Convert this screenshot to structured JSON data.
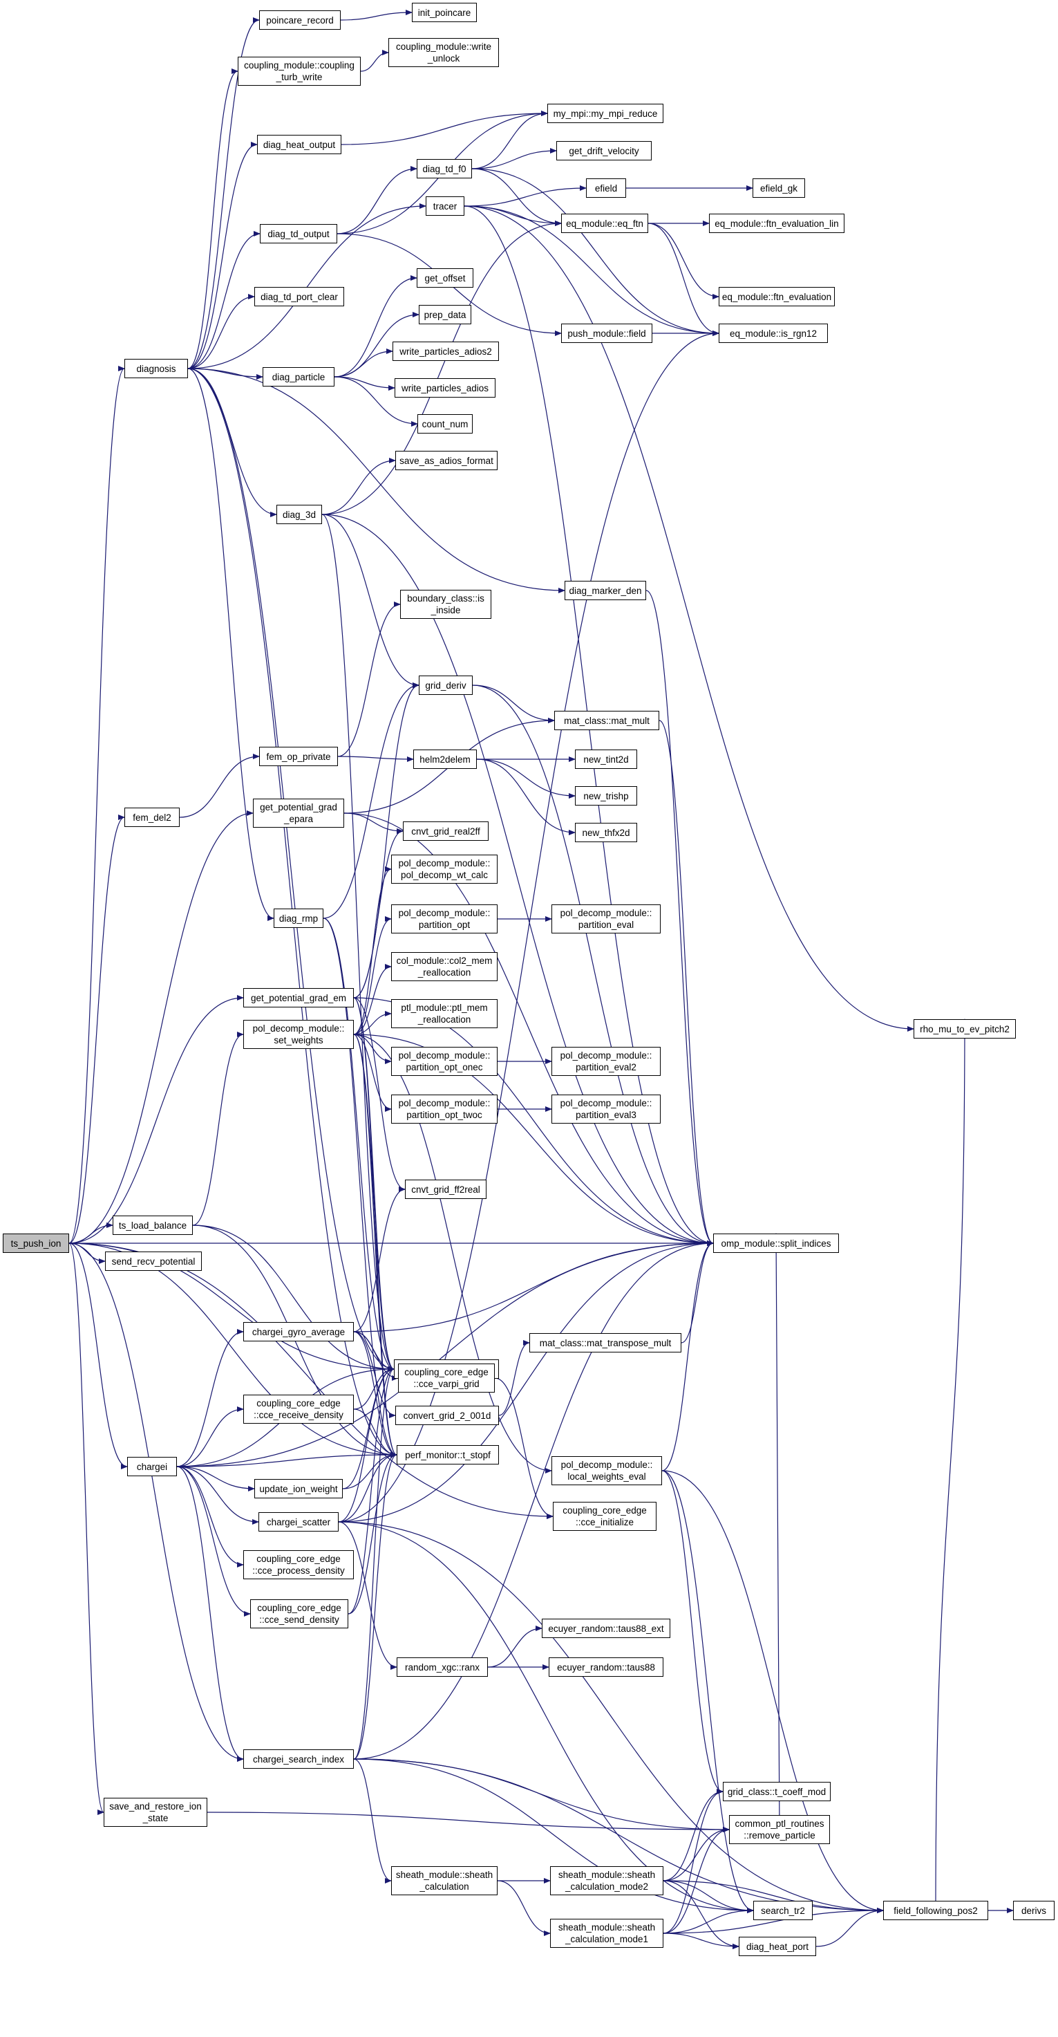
{
  "graph": {
    "edge_color": "#191970",
    "root_fill": "#bfbfbf",
    "nodes": [
      {
        "id": "ts_push_ion",
        "label": "ts_push_ion",
        "root": true
      },
      {
        "id": "diagnosis",
        "label": "diagnosis"
      },
      {
        "id": "fem_del2",
        "label": "fem_del2"
      },
      {
        "id": "ts_load_balance",
        "label": "ts_load_balance"
      },
      {
        "id": "send_recv_potential",
        "label": "send_recv_potential"
      },
      {
        "id": "chargei",
        "label": "chargei"
      },
      {
        "id": "save_and_restore",
        "label": "save_and_restore_ion\n_state"
      },
      {
        "id": "poincare_record",
        "label": "poincare_record"
      },
      {
        "id": "coupling_turb_write",
        "label": "coupling_module::coupling\n_turb_write"
      },
      {
        "id": "diag_heat_output",
        "label": "diag_heat_output"
      },
      {
        "id": "diag_td_output",
        "label": "diag_td_output"
      },
      {
        "id": "diag_td_port_clear",
        "label": "diag_td_port_clear"
      },
      {
        "id": "diag_particle",
        "label": "diag_particle"
      },
      {
        "id": "diag_3d",
        "label": "diag_3d"
      },
      {
        "id": "fem_op_private",
        "label": "fem_op_private"
      },
      {
        "id": "get_potential_grad_epara",
        "label": "get_potential_grad\n_epara"
      },
      {
        "id": "diag_rmp",
        "label": "diag_rmp"
      },
      {
        "id": "get_potential_grad_em",
        "label": "get_potential_grad_em"
      },
      {
        "id": "set_weights",
        "label": "pol_decomp_module::\nset_weights"
      },
      {
        "id": "chargei_gyro_average",
        "label": "chargei_gyro_average"
      },
      {
        "id": "cce_receive_density",
        "label": "coupling_core_edge\n::cce_receive_density"
      },
      {
        "id": "update_ion_weight",
        "label": "update_ion_weight"
      },
      {
        "id": "chargei_scatter",
        "label": "chargei_scatter"
      },
      {
        "id": "cce_process_density",
        "label": "coupling_core_edge\n::cce_process_density"
      },
      {
        "id": "cce_send_density",
        "label": "coupling_core_edge\n::cce_send_density"
      },
      {
        "id": "chargei_search_index",
        "label": "chargei_search_index"
      },
      {
        "id": "init_poincare",
        "label": "init_poincare"
      },
      {
        "id": "write_unlock",
        "label": "coupling_module::write\n_unlock"
      },
      {
        "id": "diag_td_f0",
        "label": "diag_td_f0"
      },
      {
        "id": "tracer",
        "label": "tracer"
      },
      {
        "id": "get_offset",
        "label": "get_offset"
      },
      {
        "id": "prep_data",
        "label": "prep_data"
      },
      {
        "id": "write_particles_adios2",
        "label": "write_particles_adios2"
      },
      {
        "id": "write_particles_adios",
        "label": "write_particles_adios"
      },
      {
        "id": "count_num",
        "label": "count_num"
      },
      {
        "id": "save_as_adios_format",
        "label": "save_as_adios_format"
      },
      {
        "id": "boundary_is_inside",
        "label": "boundary_class::is\n_inside"
      },
      {
        "id": "grid_deriv",
        "label": "grid_deriv"
      },
      {
        "id": "helm2delem",
        "label": "helm2delem"
      },
      {
        "id": "cnvt_grid_real2ff",
        "label": "cnvt_grid_real2ff"
      },
      {
        "id": "pol_decomp_wt_calc",
        "label": "pol_decomp_module::\npol_decomp_wt_calc"
      },
      {
        "id": "partition_opt",
        "label": "pol_decomp_module::\npartition_opt"
      },
      {
        "id": "col2_mem_realloc",
        "label": "col_module::col2_mem\n_reallocation"
      },
      {
        "id": "ptl_mem_realloc",
        "label": "ptl_module::ptl_mem\n_reallocation"
      },
      {
        "id": "partition_opt_onec",
        "label": "pol_decomp_module::\npartition_opt_onec"
      },
      {
        "id": "partition_opt_twoc",
        "label": "pol_decomp_module::\npartition_opt_twoc"
      },
      {
        "id": "cnvt_grid_ff2real",
        "label": "cnvt_grid_ff2real"
      },
      {
        "id": "t_startf",
        "label": "perf_monitor::t_startf"
      },
      {
        "id": "cce_varpi_grid",
        "label": "coupling_core_edge\n::cce_varpi_grid"
      },
      {
        "id": "convert_grid_2_001d",
        "label": "convert_grid_2_001d"
      },
      {
        "id": "t_stopf",
        "label": "perf_monitor::t_stopf"
      },
      {
        "id": "random_ranx",
        "label": "random_xgc::ranx"
      },
      {
        "id": "sheath_calculation",
        "label": "sheath_module::sheath\n_calculation"
      },
      {
        "id": "my_mpi_reduce",
        "label": "my_mpi::my_mpi_reduce"
      },
      {
        "id": "get_drift_velocity",
        "label": "get_drift_velocity"
      },
      {
        "id": "efield",
        "label": "efield"
      },
      {
        "id": "eq_ftn",
        "label": "eq_module::eq_ftn"
      },
      {
        "id": "push_field",
        "label": "push_module::field"
      },
      {
        "id": "diag_marker_den",
        "label": "diag_marker_den"
      },
      {
        "id": "mat_mult",
        "label": "mat_class::mat_mult"
      },
      {
        "id": "new_tint2d",
        "label": "new_tint2d"
      },
      {
        "id": "new_trishp",
        "label": "new_trishp"
      },
      {
        "id": "new_thfx2d",
        "label": "new_thfx2d"
      },
      {
        "id": "partition_eval",
        "label": "pol_decomp_module::\npartition_eval"
      },
      {
        "id": "partition_eval2",
        "label": "pol_decomp_module::\npartition_eval2"
      },
      {
        "id": "partition_eval3",
        "label": "pol_decomp_module::\npartition_eval3"
      },
      {
        "id": "mat_transpose_mult",
        "label": "mat_class::mat_transpose_mult"
      },
      {
        "id": "local_weights_eval",
        "label": "pol_decomp_module::\nlocal_weights_eval"
      },
      {
        "id": "cce_initialize",
        "label": "coupling_core_edge\n::cce_initialize"
      },
      {
        "id": "taus88_ext",
        "label": "ecuyer_random::taus88_ext"
      },
      {
        "id": "taus88",
        "label": "ecuyer_random::taus88"
      },
      {
        "id": "calc_mode2",
        "label": "sheath_module::sheath\n_calculation_mode2"
      },
      {
        "id": "calc_mode1",
        "label": "sheath_module::sheath\n_calculation_mode1"
      },
      {
        "id": "efield_gk",
        "label": "efield_gk"
      },
      {
        "id": "ftn_eval_lin",
        "label": "eq_module::ftn_evaluation_lin"
      },
      {
        "id": "ftn_eval",
        "label": "eq_module::ftn_evaluation"
      },
      {
        "id": "is_rgn12",
        "label": "eq_module::is_rgn12"
      },
      {
        "id": "split_indices",
        "label": "omp_module::split_indices"
      },
      {
        "id": "t_coeff_mod",
        "label": "grid_class::t_coeff_mod"
      },
      {
        "id": "remove_particle",
        "label": "common_ptl_routines\n::remove_particle"
      },
      {
        "id": "search_tr2",
        "label": "search_tr2"
      },
      {
        "id": "diag_heat_port",
        "label": "diag_heat_port"
      },
      {
        "id": "rho_mu_to_ev_pitch2",
        "label": "rho_mu_to_ev_pitch2"
      },
      {
        "id": "field_following_pos2",
        "label": "field_following_pos2"
      },
      {
        "id": "derivs",
        "label": "derivs"
      }
    ],
    "edges": [
      [
        "ts_push_ion",
        "diagnosis"
      ],
      [
        "ts_push_ion",
        "fem_del2"
      ],
      [
        "ts_push_ion",
        "ts_load_balance"
      ],
      [
        "ts_push_ion",
        "send_recv_potential"
      ],
      [
        "ts_push_ion",
        "chargei"
      ],
      [
        "ts_push_ion",
        "save_and_restore"
      ],
      [
        "ts_push_ion",
        "get_potential_grad_epara"
      ],
      [
        "ts_push_ion",
        "get_potential_grad_em"
      ],
      [
        "ts_push_ion",
        "chargei_search_index"
      ],
      [
        "ts_push_ion",
        "t_startf"
      ],
      [
        "ts_push_ion",
        "t_stopf"
      ],
      [
        "ts_push_ion",
        "split_indices"
      ],
      [
        "ts_push_ion",
        "cce_initialize"
      ],
      [
        "diagnosis",
        "poincare_record"
      ],
      [
        "diagnosis",
        "coupling_turb_write"
      ],
      [
        "diagnosis",
        "diag_heat_output"
      ],
      [
        "diagnosis",
        "diag_td_output"
      ],
      [
        "diagnosis",
        "diag_td_port_clear"
      ],
      [
        "diagnosis",
        "diag_particle"
      ],
      [
        "diagnosis",
        "diag_3d"
      ],
      [
        "diagnosis",
        "diag_rmp"
      ],
      [
        "diagnosis",
        "tracer"
      ],
      [
        "diagnosis",
        "diag_marker_den"
      ],
      [
        "diagnosis",
        "t_startf"
      ],
      [
        "diagnosis",
        "t_stopf"
      ],
      [
        "poincare_record",
        "init_poincare"
      ],
      [
        "coupling_turb_write",
        "write_unlock"
      ],
      [
        "diag_heat_output",
        "my_mpi_reduce"
      ],
      [
        "diag_td_output",
        "diag_td_f0"
      ],
      [
        "diag_td_output",
        "my_mpi_reduce"
      ],
      [
        "diag_td_output",
        "push_field"
      ],
      [
        "diag_td_f0",
        "my_mpi_reduce"
      ],
      [
        "diag_td_f0",
        "get_drift_velocity"
      ],
      [
        "diag_td_f0",
        "eq_ftn"
      ],
      [
        "diag_td_f0",
        "is_rgn12"
      ],
      [
        "tracer",
        "efield"
      ],
      [
        "tracer",
        "eq_ftn"
      ],
      [
        "tracer",
        "is_rgn12"
      ],
      [
        "tracer",
        "rho_mu_to_ev_pitch2"
      ],
      [
        "tracer",
        "split_indices"
      ],
      [
        "efield",
        "efield_gk"
      ],
      [
        "eq_ftn",
        "ftn_eval_lin"
      ],
      [
        "eq_ftn",
        "ftn_eval"
      ],
      [
        "eq_ftn",
        "is_rgn12"
      ],
      [
        "push_field",
        "is_rgn12"
      ],
      [
        "diag_particle",
        "get_offset"
      ],
      [
        "diag_particle",
        "prep_data"
      ],
      [
        "diag_particle",
        "write_particles_adios2"
      ],
      [
        "diag_particle",
        "write_particles_adios"
      ],
      [
        "diag_particle",
        "count_num"
      ],
      [
        "diag_3d",
        "save_as_adios_format"
      ],
      [
        "diag_3d",
        "eq_ftn"
      ],
      [
        "diag_3d",
        "split_indices"
      ],
      [
        "diag_3d",
        "grid_deriv"
      ],
      [
        "diag_3d",
        "t_startf"
      ],
      [
        "diag_marker_den",
        "split_indices"
      ],
      [
        "fem_del2",
        "fem_op_private"
      ],
      [
        "fem_op_private",
        "boundary_is_inside"
      ],
      [
        "fem_op_private",
        "helm2delem"
      ],
      [
        "grid_deriv",
        "mat_mult"
      ],
      [
        "grid_deriv",
        "split_indices"
      ],
      [
        "helm2delem",
        "new_tint2d"
      ],
      [
        "helm2delem",
        "new_trishp"
      ],
      [
        "helm2delem",
        "new_thfx2d"
      ],
      [
        "mat_mult",
        "split_indices"
      ],
      [
        "get_potential_grad_epara",
        "mat_mult"
      ],
      [
        "get_potential_grad_epara",
        "cnvt_grid_real2ff"
      ],
      [
        "get_potential_grad_epara",
        "split_indices"
      ],
      [
        "diag_rmp",
        "grid_deriv"
      ],
      [
        "diag_rmp",
        "t_startf"
      ],
      [
        "diag_rmp",
        "t_stopf"
      ],
      [
        "get_potential_grad_em",
        "cnvt_grid_real2ff"
      ],
      [
        "get_potential_grad_em",
        "cnvt_grid_ff2real"
      ],
      [
        "get_potential_grad_em",
        "t_startf"
      ],
      [
        "get_potential_grad_em",
        "t_stopf"
      ],
      [
        "get_potential_grad_em",
        "split_indices"
      ],
      [
        "get_potential_grad_em",
        "grid_deriv"
      ],
      [
        "set_weights",
        "pol_decomp_wt_calc"
      ],
      [
        "set_weights",
        "partition_opt"
      ],
      [
        "set_weights",
        "col2_mem_realloc"
      ],
      [
        "set_weights",
        "ptl_mem_realloc"
      ],
      [
        "set_weights",
        "partition_opt_onec"
      ],
      [
        "set_weights",
        "partition_opt_twoc"
      ],
      [
        "set_weights",
        "t_startf"
      ],
      [
        "set_weights",
        "t_stopf"
      ],
      [
        "set_weights",
        "split_indices"
      ],
      [
        "set_weights",
        "local_weights_eval"
      ],
      [
        "partition_opt",
        "partition_eval"
      ],
      [
        "partition_opt_onec",
        "partition_eval2"
      ],
      [
        "partition_opt_twoc",
        "partition_eval3"
      ],
      [
        "ts_load_balance",
        "set_weights"
      ],
      [
        "ts_load_balance",
        "t_startf"
      ],
      [
        "ts_load_balance",
        "t_stopf"
      ],
      [
        "chargei",
        "chargei_gyro_average"
      ],
      [
        "chargei",
        "cce_receive_density"
      ],
      [
        "chargei",
        "update_ion_weight"
      ],
      [
        "chargei",
        "chargei_scatter"
      ],
      [
        "chargei",
        "cce_process_density"
      ],
      [
        "chargei",
        "cce_send_density"
      ],
      [
        "chargei",
        "chargei_search_index"
      ],
      [
        "chargei",
        "t_startf"
      ],
      [
        "chargei",
        "t_stopf"
      ],
      [
        "chargei",
        "split_indices"
      ],
      [
        "chargei_gyro_average",
        "cnvt_grid_ff2real"
      ],
      [
        "chargei_gyro_average",
        "t_startf"
      ],
      [
        "chargei_gyro_average",
        "cce_varpi_grid"
      ],
      [
        "chargei_gyro_average",
        "convert_grid_2_001d"
      ],
      [
        "chargei_gyro_average",
        "t_stopf"
      ],
      [
        "chargei_gyro_average",
        "split_indices"
      ],
      [
        "cce_receive_density",
        "t_startf"
      ],
      [
        "cce_receive_density",
        "t_stopf"
      ],
      [
        "update_ion_weight",
        "t_startf"
      ],
      [
        "update_ion_weight",
        "t_stopf"
      ],
      [
        "chargei_scatter",
        "t_startf"
      ],
      [
        "chargei_scatter",
        "t_stopf"
      ],
      [
        "chargei_scatter",
        "split_indices"
      ],
      [
        "chargei_scatter",
        "random_ranx"
      ],
      [
        "chargei_scatter",
        "search_tr2"
      ],
      [
        "chargei_scatter",
        "field_following_pos2"
      ],
      [
        "chargei_scatter",
        "is_rgn12"
      ],
      [
        "cce_send_density",
        "t_startf"
      ],
      [
        "cce_send_density",
        "t_stopf"
      ],
      [
        "convert_grid_2_001d",
        "mat_transpose_mult"
      ],
      [
        "mat_transpose_mult",
        "split_indices"
      ],
      [
        "cce_varpi_grid",
        "cce_initialize"
      ],
      [
        "local_weights_eval",
        "split_indices"
      ],
      [
        "local_weights_eval",
        "field_following_pos2"
      ],
      [
        "local_weights_eval",
        "search_tr2"
      ],
      [
        "local_weights_eval",
        "t_coeff_mod"
      ],
      [
        "random_ranx",
        "taus88_ext"
      ],
      [
        "random_ranx",
        "taus88"
      ],
      [
        "chargei_search_index",
        "t_startf"
      ],
      [
        "chargei_search_index",
        "t_stopf"
      ],
      [
        "chargei_search_index",
        "sheath_calculation"
      ],
      [
        "chargei_search_index",
        "remove_particle"
      ],
      [
        "chargei_search_index",
        "field_following_pos2"
      ],
      [
        "chargei_search_index",
        "search_tr2"
      ],
      [
        "chargei_search_index",
        "split_indices"
      ],
      [
        "save_and_restore",
        "remove_particle"
      ],
      [
        "sheath_calculation",
        "calc_mode2"
      ],
      [
        "sheath_calculation",
        "calc_mode1"
      ],
      [
        "calc_mode2",
        "t_coeff_mod"
      ],
      [
        "calc_mode2",
        "remove_particle"
      ],
      [
        "calc_mode2",
        "search_tr2"
      ],
      [
        "calc_mode2",
        "diag_heat_port"
      ],
      [
        "calc_mode2",
        "field_following_pos2"
      ],
      [
        "calc_mode1",
        "t_coeff_mod"
      ],
      [
        "calc_mode1",
        "remove_particle"
      ],
      [
        "calc_mode1",
        "search_tr2"
      ],
      [
        "calc_mode1",
        "diag_heat_port"
      ],
      [
        "calc_mode1",
        "field_following_pos2"
      ],
      [
        "diag_heat_port",
        "field_following_pos2"
      ],
      [
        "field_following_pos2",
        "derivs"
      ],
      [
        "field_following_pos2",
        "rho_mu_to_ev_pitch2"
      ],
      [
        "remove_particle",
        "split_indices"
      ]
    ]
  }
}
